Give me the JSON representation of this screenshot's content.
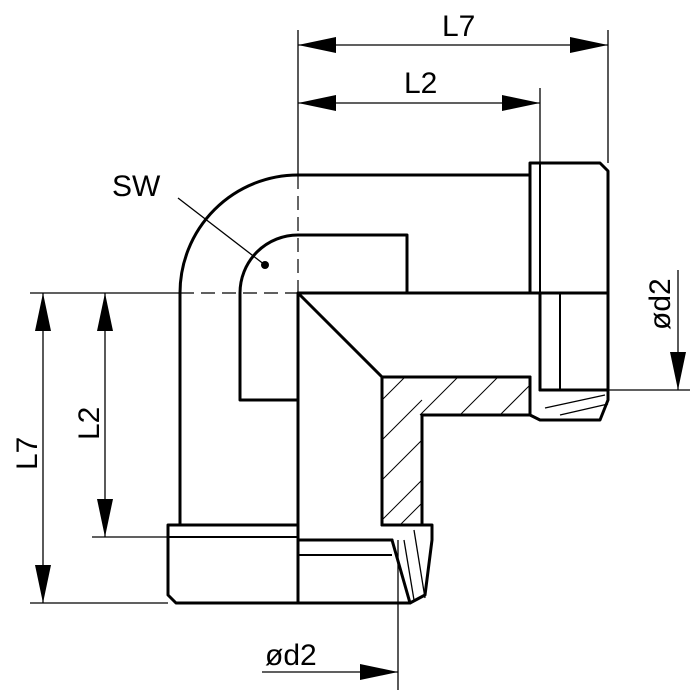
{
  "labels": {
    "top_outer": "L7",
    "top_inner": "L2",
    "left_outer": "L7",
    "left_inner": "L2",
    "wrench": "SW",
    "diameter_right": "ød2",
    "diameter_bottom": "ød2"
  },
  "colors": {
    "line": "#000000",
    "background": "#ffffff"
  }
}
